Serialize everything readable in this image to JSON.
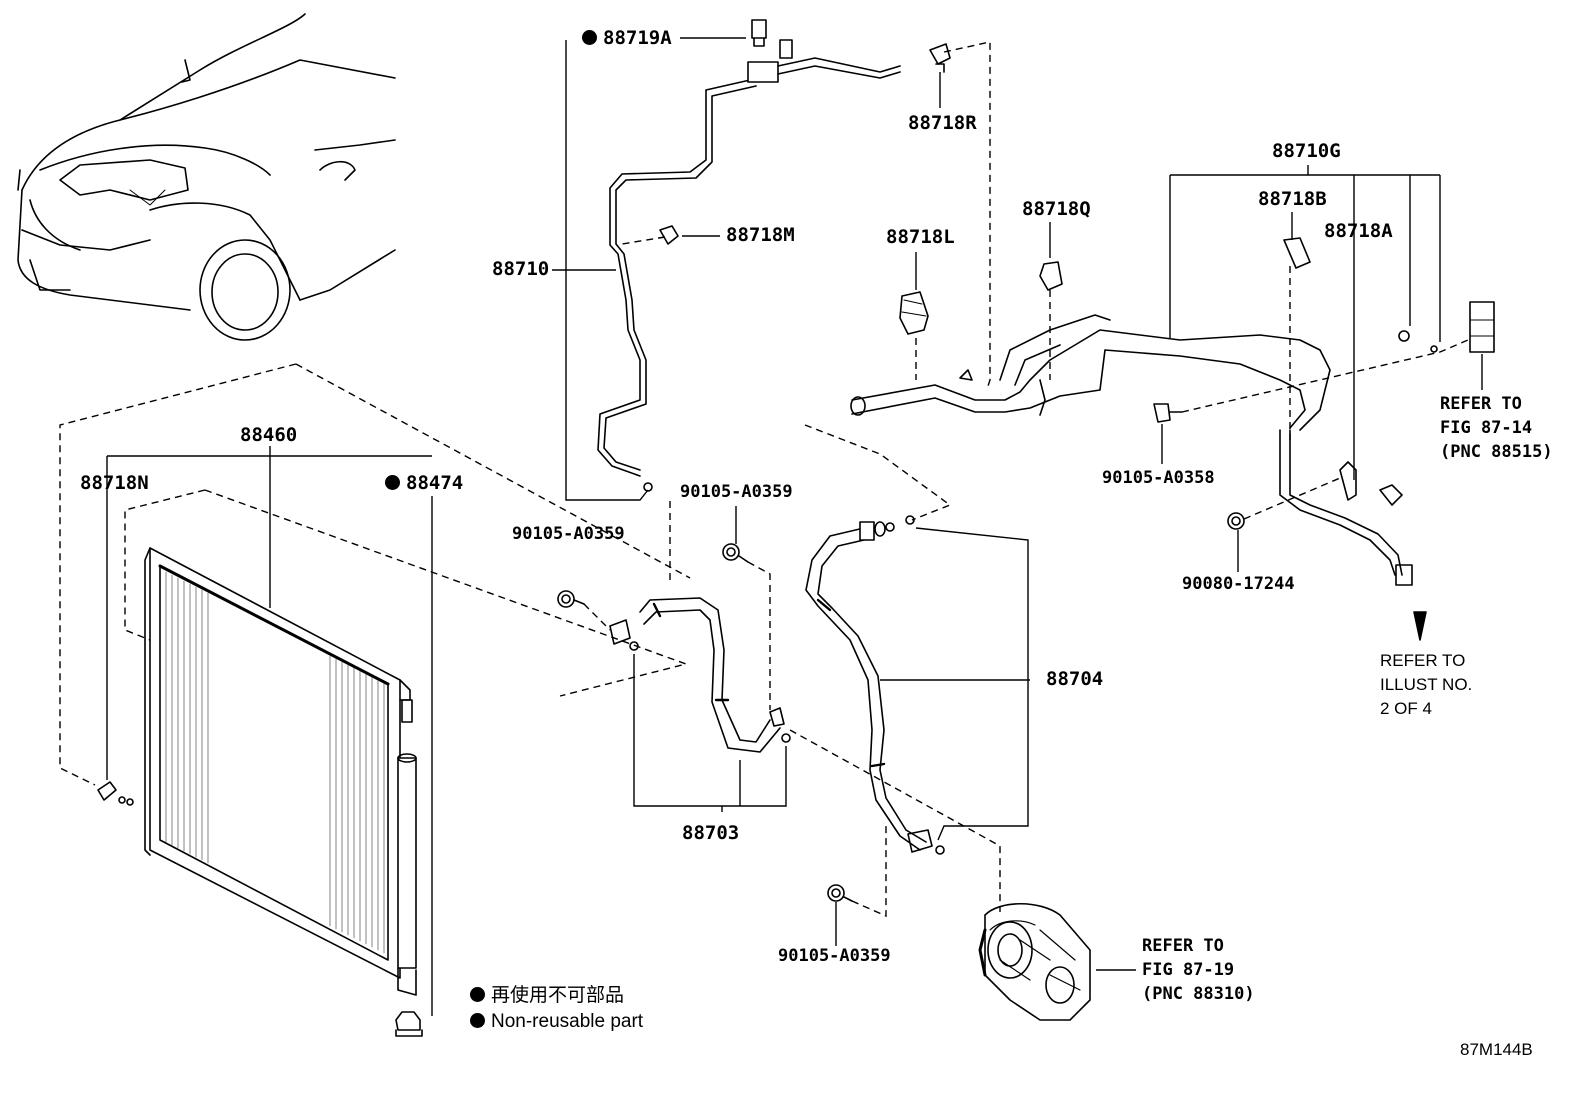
{
  "diagram": {
    "labels": {
      "p88719A": "88719A",
      "p88718R": "88718R",
      "p88710G": "88710G",
      "p88718B": "88718B",
      "p88718A": "88718A",
      "p88718Q": "88718Q",
      "p88718L": "88718L",
      "p88718M": "88718M",
      "p88710": "88710",
      "p88460": "88460",
      "p88718N": "88718N",
      "p88474": "88474",
      "p90105_a": "90105-A0359",
      "p90105_b": "90105-A0359",
      "p90105_c": "90105-A0358",
      "p90080": "90080-17244",
      "p88704": "88704",
      "p88703": "88703",
      "p90105_d": "90105-A0359"
    },
    "refs": {
      "fig8714": "REFER TO\nFIG 87-14\n(PNC 88515)",
      "illust": "REFER TO\nILLUST NO.\n2 OF 4",
      "fig8719": "REFER TO\nFIG 87-19\n(PNC 88310)"
    },
    "legend": {
      "line_ja": "再使用不可部品",
      "line_en": "Non-reusable part"
    },
    "figure_code": "87M144B"
  }
}
